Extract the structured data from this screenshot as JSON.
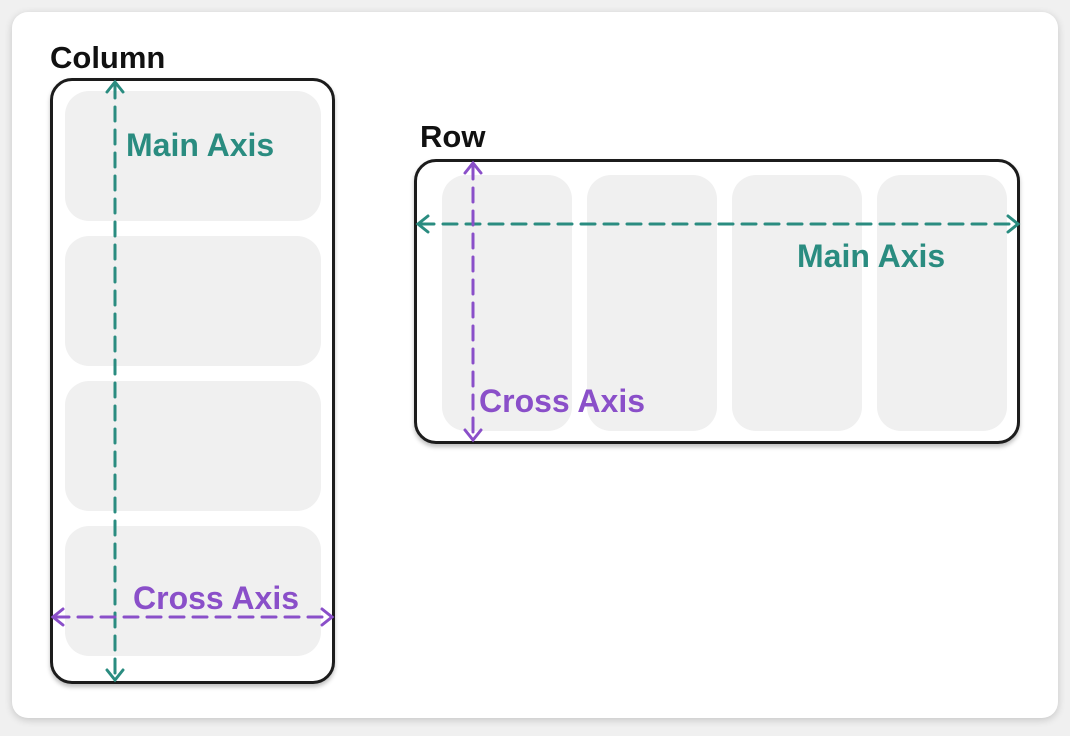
{
  "column": {
    "title": "Column",
    "main_axis_label": "Main Axis",
    "cross_axis_label": "Cross Axis",
    "cell_count": 4
  },
  "row": {
    "title": "Row",
    "main_axis_label": "Main Axis",
    "cross_axis_label": "Cross Axis",
    "cell_count": 4
  },
  "colors": {
    "main_axis": "#2a8c80",
    "cross_axis": "#8a4fc9",
    "frame_border": "#1c1c1c",
    "cell_fill": "#f0f0f0"
  }
}
